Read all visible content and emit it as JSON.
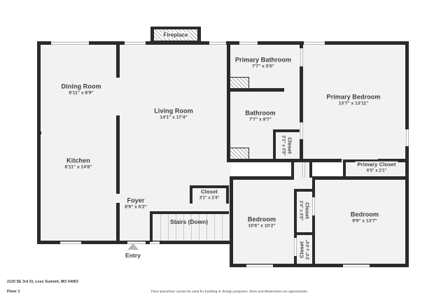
{
  "document": {
    "address": "2120 SE 3rd St, Lees Summit, MO 64063",
    "floor_label": "Floor 1",
    "disclaimer": "Floor plans/tour cannot be used for building or design purposes. Sizes and dimensions are approximate."
  },
  "plan": {
    "entry_label": "Entry",
    "stairs_label": "Stairs (Down)",
    "fireplace_label": "Fireplace",
    "rooms": [
      {
        "name": "Dining Room",
        "dim": "8'11\" x 8'9\""
      },
      {
        "name": "Kitchen",
        "dim": "8'11\" x 14'8\""
      },
      {
        "name": "Living Room",
        "dim": "14'1\" x 17'4\""
      },
      {
        "name": "Primary Bathroom",
        "dim": "7'7\" x 5'0\""
      },
      {
        "name": "Bathroom",
        "dim": "7'7\" x 8'7\""
      },
      {
        "name": "Primary Bedroom",
        "dim": "13'7\" x 13'11\""
      },
      {
        "name": "Primary Closet",
        "dim": "6'5\" x 2'1\""
      },
      {
        "name": "Closet",
        "dim": "2'1\" x 3'5\""
      },
      {
        "name": "Foyer",
        "dim": "8'9\" x 6'2\""
      },
      {
        "name": "Closet",
        "dim": "3'1\" x 2'4\""
      },
      {
        "name": "Bedroom",
        "dim": "10'6\" x 10'2\""
      },
      {
        "name": "Closet",
        "dim": "2'4\" x 3'5\""
      },
      {
        "name": "Closet",
        "dim": "2'4\" x 4'4\""
      },
      {
        "name": "Bedroom",
        "dim": "9'9\" x 13'7\""
      }
    ],
    "colors": {
      "wall": "#2b2b2b",
      "floor_fill": "#f2f2f2",
      "background": "#ffffff",
      "label_text": "#3b3b3b",
      "entry_marker": "#b5b5b5"
    }
  }
}
